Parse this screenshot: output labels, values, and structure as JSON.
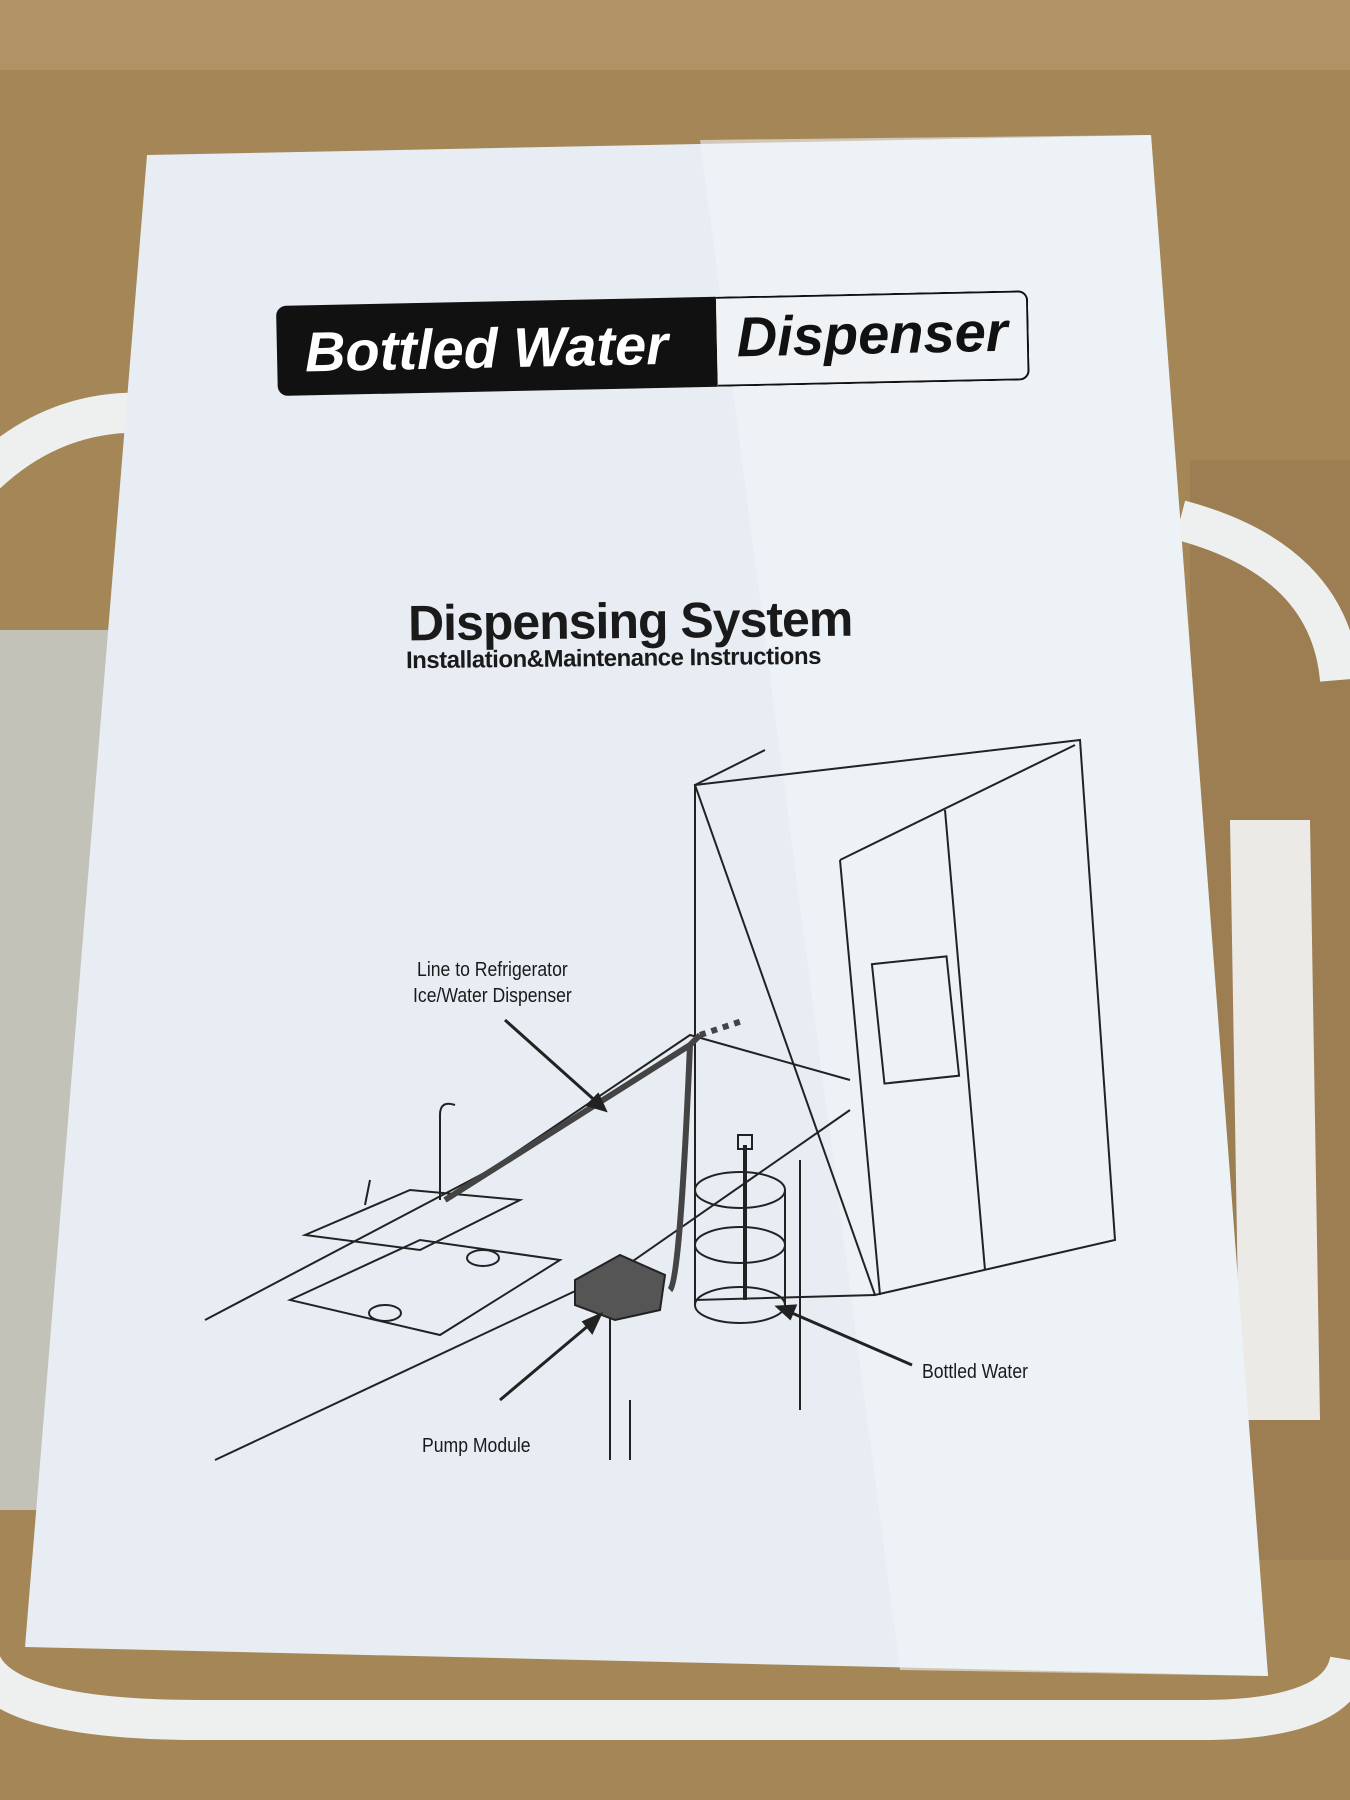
{
  "document": {
    "banner_left": "Bottled Water",
    "banner_right": "Dispenser",
    "title": "Dispensing System",
    "subtitle": "Installation&Maintenance Instructions"
  },
  "diagram": {
    "label_line_1": "Line to Refrigerator",
    "label_line_2": "Ice/Water Dispenser",
    "label_pump": "Pump Module",
    "label_bottle": "Bottled Water"
  },
  "colors": {
    "cardboard": "#a98a5e",
    "paper": "#e9eef3",
    "ink": "#111111"
  }
}
